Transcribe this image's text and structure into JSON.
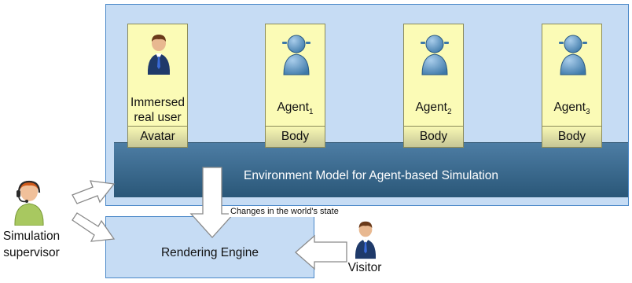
{
  "simulation_box": {
    "environment_label": "Environment Model for Agent-based Simulation"
  },
  "cards": [
    {
      "label_line1": "Immersed",
      "label_line2": "real user",
      "sub": "Avatar",
      "icon": "human-user-icon"
    },
    {
      "label": "Agent",
      "subscript": "1",
      "sub": "Body",
      "icon": "agent-robot-icon"
    },
    {
      "label": "Agent",
      "subscript": "2",
      "sub": "Body",
      "icon": "agent-robot-icon"
    },
    {
      "label": "Agent",
      "subscript": "3",
      "sub": "Body",
      "icon": "agent-robot-icon"
    }
  ],
  "rendering": {
    "label": "Rendering Engine",
    "changes_label": "Changes in the world's state"
  },
  "supervisor": {
    "line1": "Simulation",
    "line2": "supervisor",
    "icon": "headset-operator-icon"
  },
  "visitor": {
    "label": "Visitor",
    "icon": "human-user-icon"
  },
  "colors": {
    "panel_fill": "#c6dcf4",
    "panel_border": "#4a88c8",
    "environment_bar": "#3a6a90",
    "card_fill": "#fbfbb6",
    "agent_blue": "#4f86b4"
  }
}
